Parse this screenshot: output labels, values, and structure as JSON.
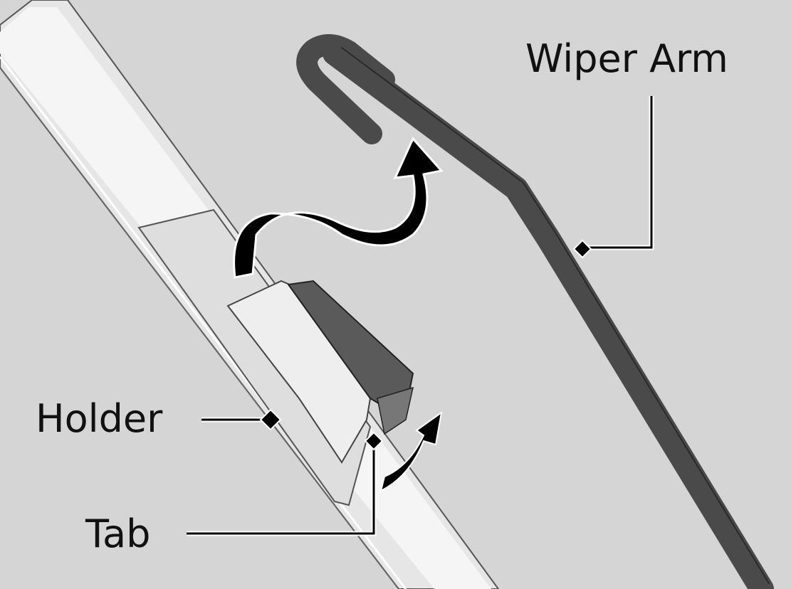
{
  "labels": {
    "wiper_arm": "Wiper Arm",
    "holder": "Holder",
    "tab": "Tab"
  },
  "colors": {
    "background": "#d5d5d5",
    "arm": "#4a4a4a",
    "blade": "#ececec",
    "arrow": "#000000"
  }
}
